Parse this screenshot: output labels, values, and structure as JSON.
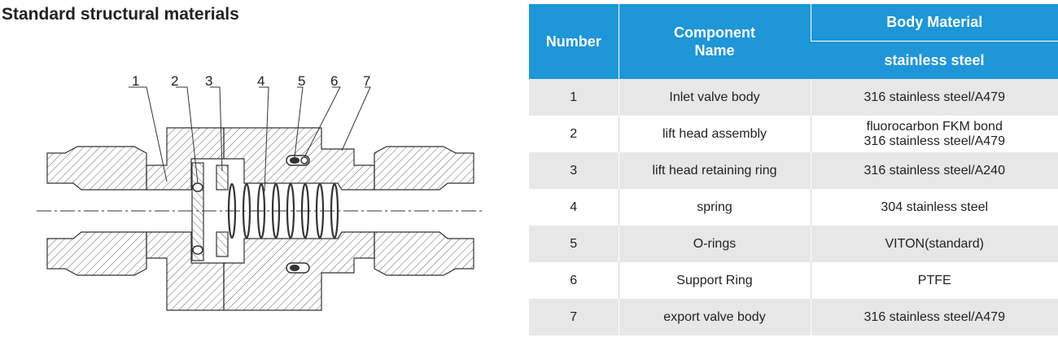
{
  "title": "Standard structural materials",
  "callouts": [
    "1",
    "2",
    "3",
    "4",
    "5",
    "6",
    "7"
  ],
  "table": {
    "headers": {
      "number": "Number",
      "component": "Component Name",
      "body_material": "Body Material",
      "material_sub": "stainless steel"
    },
    "rows": [
      {
        "number": "1",
        "component": "Inlet valve body",
        "material": [
          "316 stainless steel/A479"
        ]
      },
      {
        "number": "2",
        "component": "lift head assembly",
        "material": [
          "fluorocarbon FKM bond",
          "316 stainless steel/A479"
        ]
      },
      {
        "number": "3",
        "component": "lift head retaining ring",
        "material": [
          "316 stainless steel/A240"
        ]
      },
      {
        "number": "4",
        "component": "spring",
        "material": [
          "304 stainless steel"
        ]
      },
      {
        "number": "5",
        "component": "O-rings",
        "material": [
          "VITON(standard)"
        ]
      },
      {
        "number": "6",
        "component": "Support Ring",
        "material": [
          "PTFE"
        ]
      },
      {
        "number": "7",
        "component": "export valve body",
        "material": [
          "316 stainless steel/A479"
        ]
      }
    ]
  }
}
